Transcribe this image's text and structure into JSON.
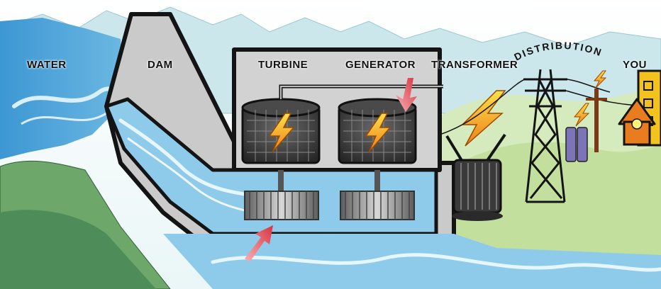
{
  "labels": {
    "water": "WATER",
    "dam": "DAM",
    "turbine": "TURBINE",
    "generator": "GENERATOR",
    "transformer": "TRANSFORMER",
    "distribution": "DISTRIBUTION",
    "you": "YOU"
  },
  "colors": {
    "sky": "#e8f4f6",
    "mountain": "#c9e6ea",
    "hill_light": "#cfe7b5",
    "hill_green": "#6fa86b",
    "hill_dark": "#4f8f5a",
    "dam_gray": "#c8c8c8",
    "dam_outline": "#1a1a1a",
    "water_blue": "#4aa3d8",
    "water_light": "#bfe3f5",
    "bolt_yellow": "#f7c21b",
    "bolt_orange": "#ef7d1a",
    "arrow_red": "#d8333f",
    "house_orange": "#e97c1e",
    "building_yellow": "#f4c21c"
  },
  "icons": [
    "lightning-bolt-icon",
    "red-arrow-icon",
    "house-icon",
    "transmission-tower-icon",
    "transformer-icon"
  ]
}
